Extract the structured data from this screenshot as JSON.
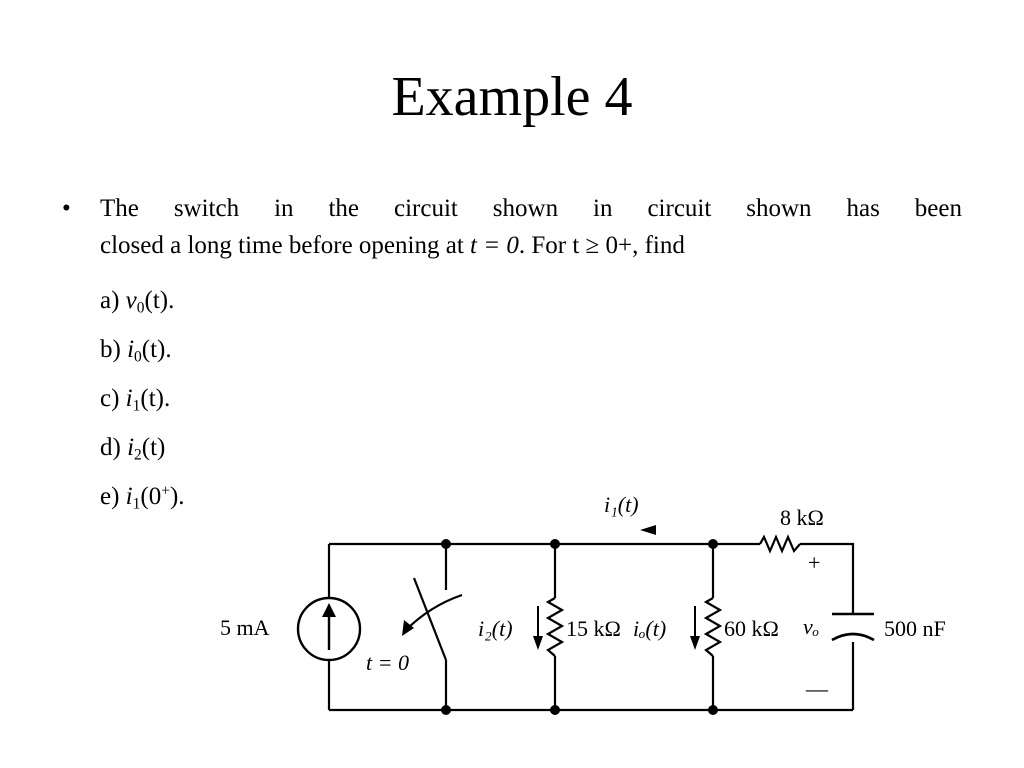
{
  "slide": {
    "title": "Example 4"
  },
  "bullet": {
    "symbol": "•",
    "line1": "The switch in the circuit shown in circuit shown has been",
    "line2_pre": "closed a long time before opening at ",
    "line2_t": "t = 0",
    "line2_post": ". For t ≥ 0+, find"
  },
  "subitems": [
    {
      "letter": "a) ",
      "var": "v",
      "sub": "0",
      "rest": "(t)."
    },
    {
      "letter": "b) ",
      "var": "i",
      "sub": "0",
      "rest": "(t)."
    },
    {
      "letter": "c) ",
      "var": "i",
      "sub": "1",
      "rest": "(t)."
    },
    {
      "letter": "d) ",
      "var": "i",
      "sub": "2",
      "rest": "(t)"
    },
    {
      "letter": "e) ",
      "var": "i",
      "sub": "1",
      "rest_pre": "(0",
      "sup": "+",
      "rest_post": ")."
    }
  ],
  "circuit": {
    "source_label": "5 mA",
    "switch_label": "t = 0",
    "i1_label": "i₁(t)",
    "r8_label": "8 kΩ",
    "i2_label": "i₂(t)",
    "r15_label": "15 kΩ",
    "io_label": "iₒ(t)",
    "r60_label": "60 kΩ",
    "vo_label": "vₒ",
    "plus": "+",
    "minus": "—",
    "cap_label": "500 nF"
  }
}
